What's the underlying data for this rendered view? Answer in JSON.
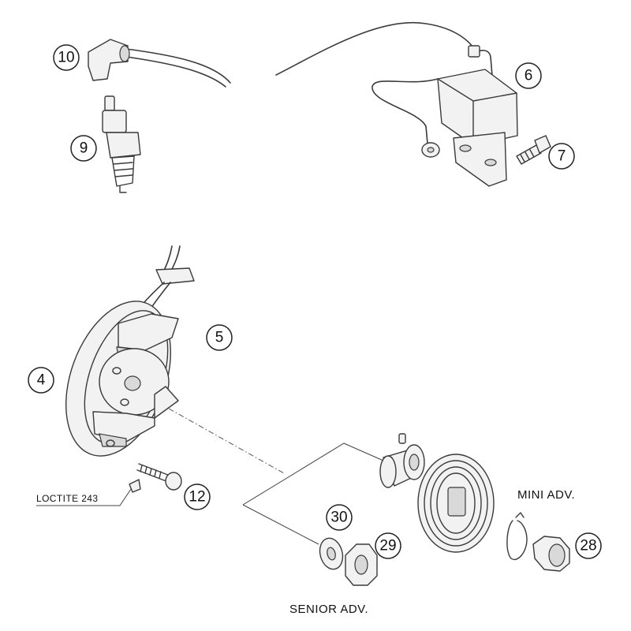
{
  "callouts": [
    {
      "id": "c10",
      "label": "10"
    },
    {
      "id": "c9",
      "label": "9"
    },
    {
      "id": "c6",
      "label": "6"
    },
    {
      "id": "c7",
      "label": "7"
    },
    {
      "id": "c5",
      "label": "5"
    },
    {
      "id": "c4",
      "label": "4"
    },
    {
      "id": "c12",
      "label": "12"
    },
    {
      "id": "c30",
      "label": "30"
    },
    {
      "id": "c29",
      "label": "29"
    },
    {
      "id": "c28",
      "label": "28"
    }
  ],
  "captions": {
    "loctite": "LOCTITE 243",
    "mini_adv": "MINI ADV.",
    "senior_adv": "SENIOR ADV."
  }
}
